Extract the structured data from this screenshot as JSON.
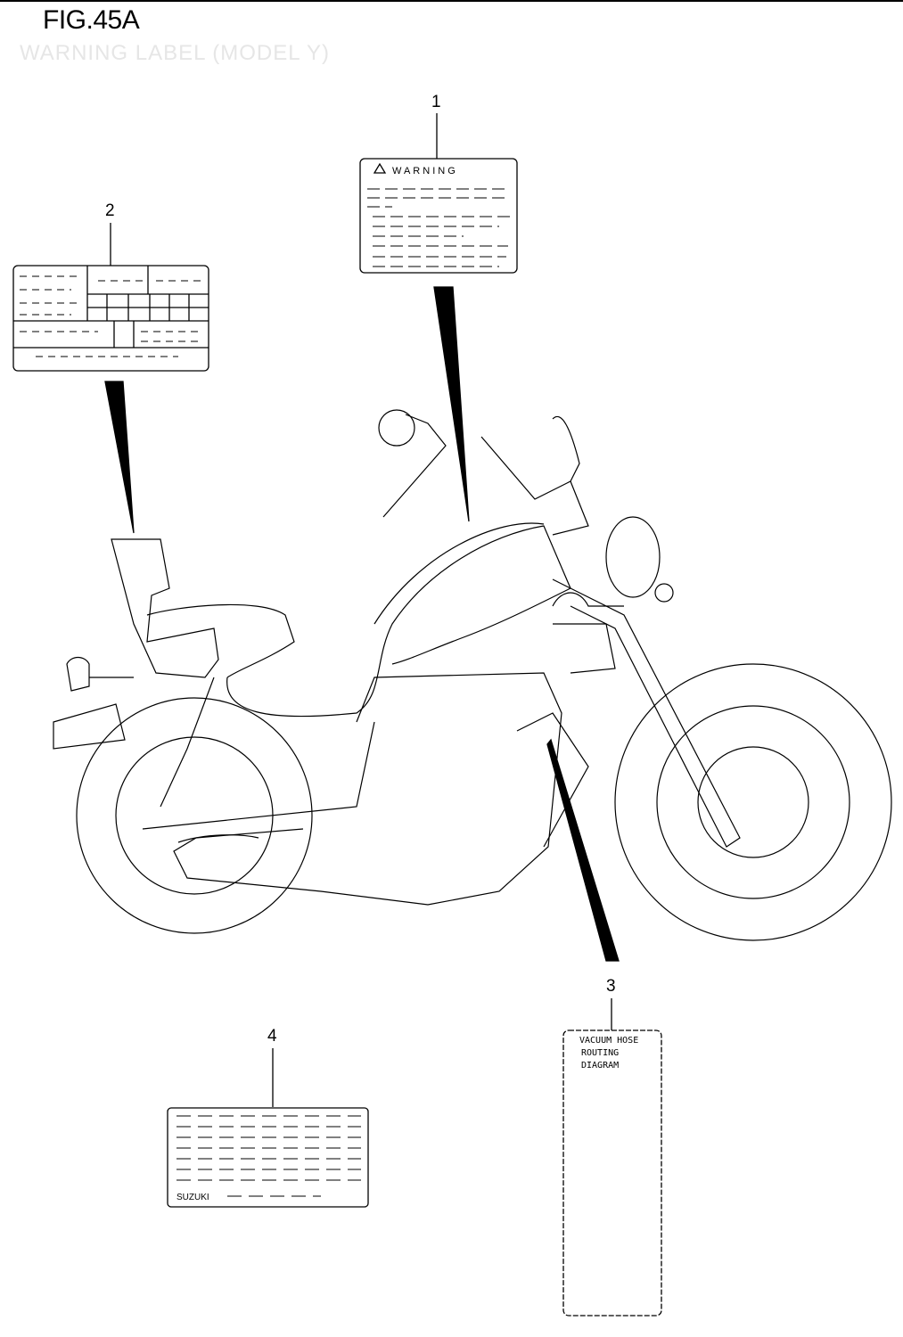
{
  "header": {
    "figure": "FIG.45A",
    "subtitle": "WARNING LABEL (MODEL Y)"
  },
  "callouts": [
    {
      "number": "1",
      "label_heading": "WARNING"
    },
    {
      "number": "2"
    },
    {
      "number": "3",
      "label_lines": [
        "VACUUM HOSE",
        "ROUTING",
        "DIAGRAM"
      ]
    },
    {
      "number": "4",
      "brand": "SUZUKI"
    }
  ]
}
